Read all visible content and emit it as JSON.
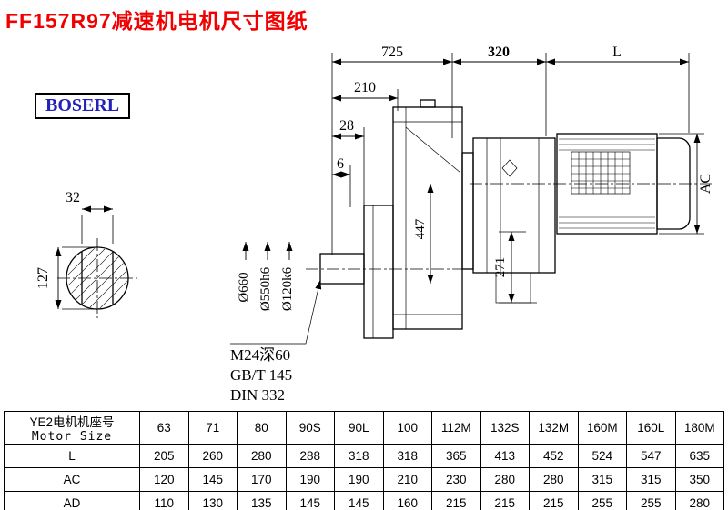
{
  "page": {
    "title": "FF157R97减速机电机尺寸图纸",
    "logo": "BOSERL"
  },
  "drawing": {
    "dims": {
      "d725": "725",
      "d320": "320",
      "dL": "L",
      "d210": "210",
      "d28": "28",
      "d6": "6",
      "d32": "32",
      "d127": "127",
      "d447": "447",
      "d271": "271",
      "dAC": "AC",
      "d660": "Ø660",
      "d550": "Ø550h6",
      "d120": "Ø120k6"
    },
    "notes": [
      "M24深60",
      "GB/T 145",
      "DIN 332"
    ]
  },
  "table": {
    "header_col": {
      "line1": "YE2电机机座号",
      "line2": "Motor Size"
    },
    "columns": [
      "63",
      "71",
      "80",
      "90S",
      "90L",
      "100",
      "112M",
      "132S",
      "132M",
      "160M",
      "160L",
      "180M"
    ],
    "rows": [
      {
        "label": "L",
        "values": [
          "205",
          "260",
          "280",
          "288",
          "318",
          "318",
          "365",
          "413",
          "452",
          "524",
          "547",
          "635"
        ]
      },
      {
        "label": "AC",
        "values": [
          "120",
          "145",
          "170",
          "190",
          "190",
          "210",
          "230",
          "280",
          "280",
          "315",
          "315",
          "350"
        ]
      },
      {
        "label": "AD",
        "values": [
          "110",
          "130",
          "135",
          "145",
          "145",
          "160",
          "215",
          "215",
          "215",
          "255",
          "255",
          "280"
        ]
      }
    ]
  }
}
